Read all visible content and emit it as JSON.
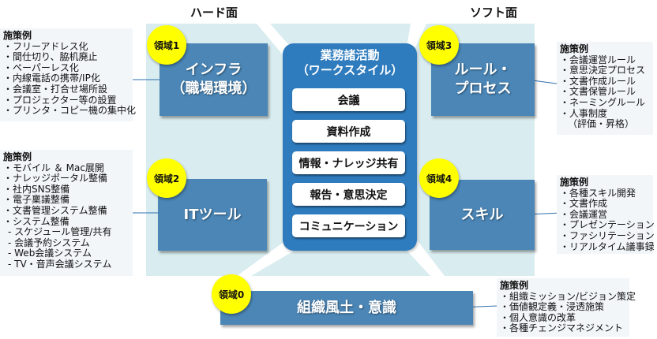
{
  "headings": {
    "hard": "ハード面",
    "soft": "ソフト面"
  },
  "center": {
    "title_line1": "業務諸活動",
    "title_line2": "（ワークスタイル）",
    "activities": [
      "会議",
      "資料作成",
      "情報・ナレッジ共有",
      "報告・意思決定",
      "コミュニケーション"
    ]
  },
  "domains": {
    "d1": {
      "badge": "領域1",
      "line1": "インフラ",
      "line2": "（職場環境）"
    },
    "d2": {
      "badge": "領域2",
      "line1": "ITツール"
    },
    "d3": {
      "badge": "領域3",
      "line1": "ルール・",
      "line2": "プロセス"
    },
    "d4": {
      "badge": "領域4",
      "line1": "スキル"
    },
    "d0": {
      "badge": "領域0",
      "line1": "組織風土・意識"
    }
  },
  "examples": {
    "d1": {
      "title": "施策例",
      "items": [
        "・フリーアドレス化",
        "・間仕切り、脇机廃止",
        "・ペーパーレス化",
        "・内線電話の携帯/IP化",
        "・会議室・打合せ場所設",
        "・プロジェクター等の設置",
        "・プリンタ・コピー機の集中化"
      ]
    },
    "d2": {
      "title": "施策例",
      "items": [
        "・モバイル ＆ Mac展開",
        "・ナレッジポータル整備",
        "・社内SNS整備",
        "・電子稟議整備",
        "・文書管理システム整備",
        "・システム整備"
      ],
      "sub_items": [
        "- スケジュール管理/共有",
        "- 会議予約システム",
        "- Web会議システム",
        "- TV・音声会議システム"
      ]
    },
    "d3": {
      "title": "施策例",
      "items": [
        "・会議運営ルール",
        "・意思決定プロセス",
        "・文書作成ルール",
        "・文書保管ルール",
        "・ネーミングルール",
        "・人事制度"
      ],
      "continuation": "（評価・昇格）"
    },
    "d4": {
      "title": "施策例",
      "items": [
        "・各種スキル開発",
        "・文書作成",
        "・会議運営",
        "・プレゼンテーション",
        "・ファシリテーション",
        "・リアルタイム議事録"
      ]
    },
    "d0": {
      "title": "施策例",
      "items": [
        "・組織ミッション/ビジョン策定",
        "・価値観定義・浸透施策",
        "・個人意識の改革",
        "・各種チェンジマネジメント"
      ]
    }
  },
  "colors": {
    "panel_bg": "#d9ecef",
    "domain_box": "#4b86b6",
    "center_panel": "#2e7bbd",
    "badge": "#ffff00",
    "connector": "#2e6fb0",
    "example_bg": "#f2f6f9"
  }
}
